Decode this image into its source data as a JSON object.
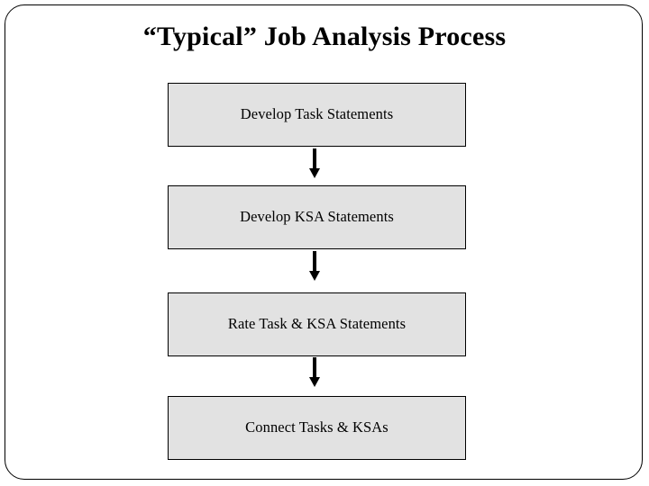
{
  "slide": {
    "title": "“Typical” Job Analysis Process",
    "background_color": "#ffffff",
    "frame_color": "#000000",
    "box_fill_color": "#e2e2e2",
    "box_border_color": "#000000",
    "text_color": "#000000"
  },
  "flow": {
    "steps": [
      {
        "label": "Develop Task Statements"
      },
      {
        "label": "Develop KSA Statements"
      },
      {
        "label": "Rate Task & KSA Statements"
      },
      {
        "label": "Connect Tasks & KSAs"
      }
    ],
    "connectors": [
      {
        "icon": "arrow-down-icon"
      },
      {
        "icon": "arrow-down-icon"
      },
      {
        "icon": "arrow-down-icon"
      }
    ]
  }
}
